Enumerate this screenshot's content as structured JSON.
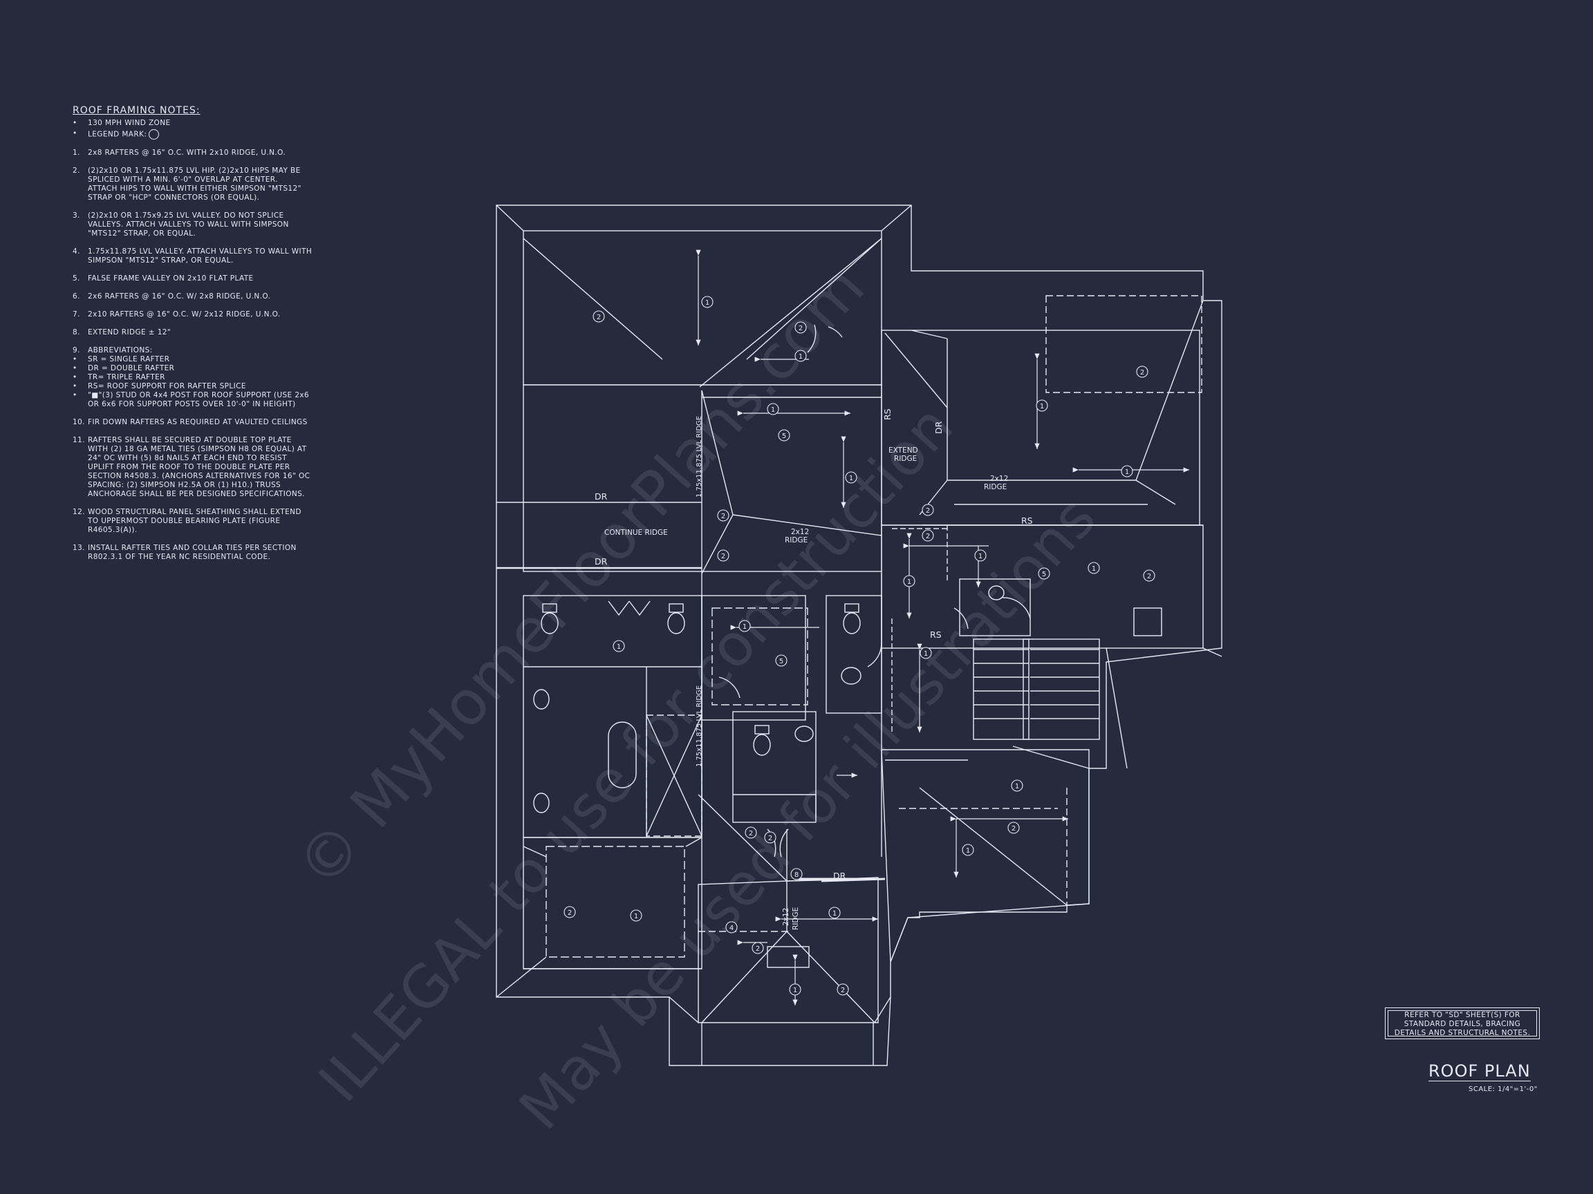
{
  "notes": {
    "title": "ROOF FRAMING NOTES:",
    "bullets": [
      "130 MPH WIND ZONE",
      "LEGEND MARK:"
    ],
    "items": [
      {
        "num": "1.",
        "text": "2x8 RAFTERS @ 16\" O.C. WITH 2x10 RIDGE, U.N.O."
      },
      {
        "num": "2.",
        "text": "(2)2x10 OR 1.75x11.875 LVL HIP.  (2)2x10 HIPS MAY BE\nSPLICED WITH A MIN. 6'-0\" OVERLAP AT CENTER.\nATTACH HIPS TO WALL WITH EITHER SIMPSON \"MTS12\"\nSTRAP OR \"HCP\" CONNECTORS (OR EQUAL)."
      },
      {
        "num": "3.",
        "text": "(2)2x10 OR 1.75x9.25 LVL VALLEY.  DO NOT SPLICE\nVALLEYS.  ATTACH VALLEYS TO WALL WITH  SIMPSON\n\"MTS12\" STRAP, OR EQUAL."
      },
      {
        "num": "4.",
        "text": "1.75x11.875 LVL VALLEY.  ATTACH VALLEYS TO WALL WITH\nSIMPSON \"MTS12\" STRAP, OR EQUAL."
      },
      {
        "num": "5.",
        "text": "FALSE FRAME VALLEY ON 2x10 FLAT PLATE"
      },
      {
        "num": "6.",
        "text": "2x6 RAFTERS @ 16\" O.C. W/ 2x8 RIDGE, U.N.O."
      },
      {
        "num": "7.",
        "text": "2x10 RAFTERS @ 16\" O.C. W/ 2x12 RIDGE, U.N.O."
      },
      {
        "num": "8.",
        "text": "EXTEND RIDGE ± 12\""
      },
      {
        "num": "9.",
        "text": "ABBREVIATIONS:"
      },
      {
        "num": "10.",
        "text": "FIR DOWN RAFTERS AS REQUIRED AT VAULTED CEILINGS"
      },
      {
        "num": "11.",
        "text": "RAFTERS SHALL BE SECURED AT DOUBLE TOP PLATE\nWITH (2) 18 GA METAL TIES (SIMPSON H8 OR EQUAL) AT\n24\" OC WITH (5) 8d NAILS AT EACH END TO RESIST\nUPLIFT FROM THE ROOF TO THE DOUBLE PLATE PER\nSECTION R4508.3. (ANCHORS ALTERNATIVES FOR 16\" OC\nSPACING: (2) SIMPSON H2.5A OR (1) H10.) TRUSS\nANCHORAGE SHALL BE PER DESIGNED SPECIFICATIONS."
      },
      {
        "num": "12.",
        "text": "WOOD STRUCTURAL PANEL SHEATHING SHALL EXTEND\nTO UPPERMOST DOUBLE BEARING PLATE (FIGURE\nR4605.3(A))."
      },
      {
        "num": "13.",
        "text": "INSTALL RAFTER TIES AND COLLAR TIES PER SECTION\nR802.3.1 OF THE YEAR NC RESIDENTIAL CODE."
      }
    ],
    "abbreviations": [
      "SR = SINGLE RAFTER",
      "DR = DOUBLE RAFTER",
      "TR= TRIPLE RAFTER",
      "RS= ROOF SUPPORT FOR RAFTER SPLICE",
      "\"■\"(3) STUD OR 4x4 POST FOR ROOF SUPPORT (USE 2x6\nOR 6x6 FOR SUPPORT POSTS OVER 10'-0\" IN HEIGHT)"
    ]
  },
  "plan": {
    "labels": {
      "dr": "DR",
      "rs": "RS",
      "continue_ridge": "CONTINUE RIDGE",
      "extend_ridge": "EXTEND\nRIDGE",
      "ridge_2x12": "2x12",
      "ridge_word": "RIDGE",
      "lvl_ridge": "1.75x11.875 LVL RIDGE"
    },
    "marks": [
      "1",
      "2",
      "4",
      "5",
      "8"
    ]
  },
  "reference": "REFER TO \"SD\" SHEET(S) FOR\nSTANDARD DETAILS, BRACING\nDETAILS AND STRUCTURAL NOTES.",
  "title": "ROOF PLAN",
  "scale": "SCALE: 1/4\"=1'-0\"",
  "watermarks": [
    "© MyHomeFloorPlans.com",
    "ILLEGAL to use for construction",
    "May be used for illustrations"
  ],
  "colors": {
    "background": "#252a3d",
    "line": "#e6e9f2"
  }
}
